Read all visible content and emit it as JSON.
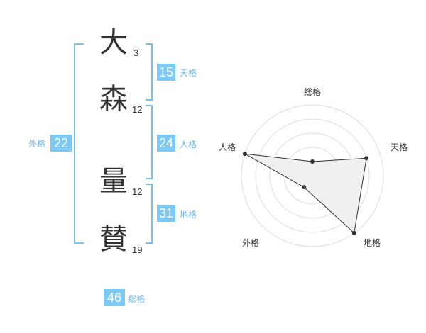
{
  "characters": [
    {
      "char": "大",
      "strokes": "3"
    },
    {
      "char": "森",
      "strokes": "12"
    },
    {
      "char": "量",
      "strokes": "12"
    },
    {
      "char": "賛",
      "strokes": "19"
    }
  ],
  "kaku": {
    "tenkaku": {
      "value": "15",
      "label": "天格"
    },
    "jinkaku": {
      "value": "24",
      "label": "人格"
    },
    "chikaku": {
      "value": "31",
      "label": "地格"
    },
    "gaikaku": {
      "value": "22",
      "label": "外格"
    },
    "soukaku": {
      "value": "46",
      "label": "総格"
    }
  },
  "radar": {
    "labels": {
      "soukaku": "総格",
      "tenkaku": "天格",
      "chikaku": "地格",
      "gaikaku": "外格",
      "jinkaku": "人格"
    },
    "rings": 5,
    "values": {
      "soukaku": 1,
      "tenkaku": 4,
      "chikaku": 5,
      "gaikaku": 1,
      "jinkaku": 5
    }
  },
  "colors": {
    "accent": "#7cc9f5",
    "bracket": "#7cc0ee",
    "text": "#333333",
    "radar_fill": "#f0f0f0",
    "radar_ring": "#dddddd"
  }
}
